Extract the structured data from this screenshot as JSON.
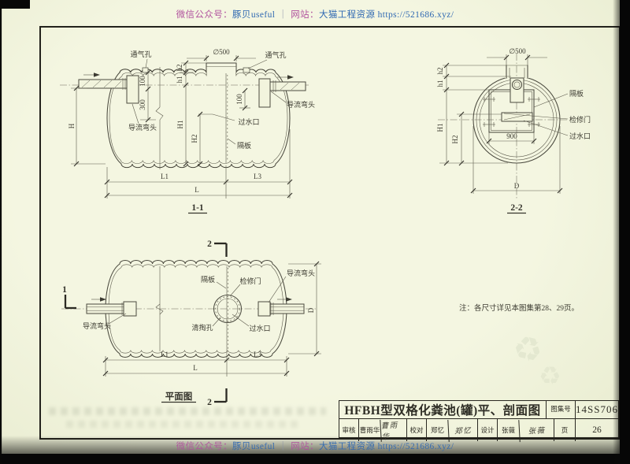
{
  "promo": {
    "wechat_label": "微信公众号：",
    "wechat_account": "豚贝useful",
    "separator": "｜",
    "site_label": "网站：",
    "site_name": "大猫工程资源",
    "site_url": "https://521686.xyz/"
  },
  "note": "注：各尺寸详见本图集第28、29页。",
  "labels": {
    "vent": "通气孔",
    "elbow": "导流弯头",
    "water_port": "过水口",
    "partition": "隔板",
    "access_door": "检修门",
    "clean_hole": "清掏孔"
  },
  "dims": {
    "dia500": "∅500",
    "h1": "h1",
    "h2": "h2",
    "H": "H",
    "H1": "H1",
    "H2": "H2",
    "L": "L",
    "L1": "L1",
    "L3": "L3",
    "D": "D",
    "d100": "100",
    "d300": "300",
    "d900": "900"
  },
  "captions": {
    "s11": "1-1",
    "s22": "2-2",
    "plan": "平面图",
    "sec1": "1",
    "sec2": "2"
  },
  "title_block": {
    "title": "HFBH型双格化粪池(罐)平、剖面图",
    "atlas_label": "图集号",
    "atlas_no": "14SS706",
    "page_label": "页",
    "page_no": "26",
    "reviewer_label": "审核",
    "reviewer_name": "曹雨华",
    "reviewer_sig": "曹雨华",
    "checker_label": "校对",
    "checker_name": "郑忆",
    "checker_sig": "郑忆",
    "designer_label": "设计",
    "designer_name": "张薇",
    "designer_sig": "张薇"
  },
  "colors": {
    "magenta": "#b1539e",
    "blue": "#3069b2",
    "page": "#f2f4dd",
    "ink": "#45443a"
  }
}
